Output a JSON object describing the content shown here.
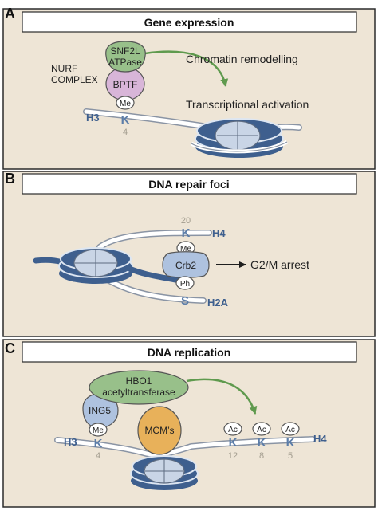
{
  "colors": {
    "panel_bg": "#eee5d6",
    "panel_border": "#2b2b2b",
    "title_bar_bg": "#ffffff",
    "dna_fill": "#ffffff",
    "dna_stroke": "#8a94a4",
    "histone_blue": "#3e5f8e",
    "histone_light": "#c9d5e6",
    "residue_blue": "#5c7da8",
    "position_gray": "#a39d8f",
    "snf2l_green": "#98c08a",
    "bptf_pink": "#d8b5d8",
    "hbo1_green": "#98c08a",
    "ing5_blue": "#aec2df",
    "mcm_orange": "#e8b15a",
    "crb2_blue": "#aec2df",
    "arrow_green": "#5f9a4e"
  },
  "panels": [
    {
      "letter": "A",
      "title": "Gene expression",
      "labels": {
        "snf2l": "SNF2L",
        "atpase": "ATPase",
        "nurf1": "NURF",
        "nurf2": "COMPLEX",
        "bptf": "BPTF",
        "me": "Me",
        "histone": "H3",
        "residue": "K",
        "position": "4",
        "process1": "Chromatin remodelling",
        "process2": "Transcriptional activation"
      }
    },
    {
      "letter": "B",
      "title": "DNA repair foci",
      "labels": {
        "position_top": "20",
        "residue_top": "K",
        "histone_top": "H4",
        "me": "Me",
        "crb2": "Crb2",
        "ph": "Ph",
        "residue_bottom": "S",
        "histone_bottom": "H2A",
        "outcome": "G2/M arrest"
      }
    },
    {
      "letter": "C",
      "title": "DNA replication",
      "labels": {
        "hbo1_1": "HBO1",
        "hbo1_2": "acetyltransferase",
        "ing5": "ING5",
        "me": "Me",
        "mcm": "MCM’s",
        "histone_left": "H3",
        "residue_left": "K",
        "position_left": "4",
        "ac": "Ac",
        "residues": [
          {
            "residue": "K",
            "position": "12"
          },
          {
            "residue": "K",
            "position": "8"
          },
          {
            "residue": "K",
            "position": "5"
          }
        ],
        "histone_right": "H4"
      }
    }
  ]
}
